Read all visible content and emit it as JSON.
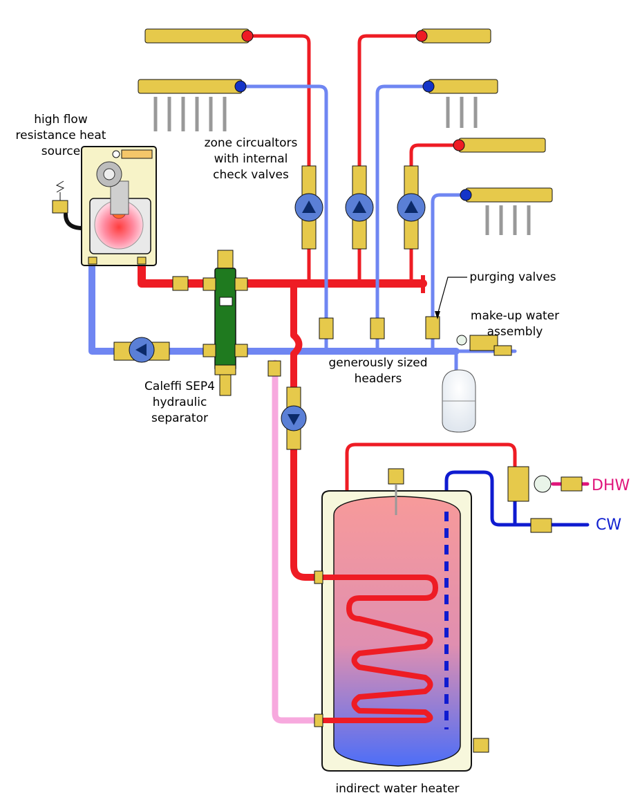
{
  "labels": {
    "heat_source": "high flow\nresistance heat\nsource",
    "zone_circulators": "zone circualtors\nwith internal\ncheck valves",
    "purging_valves": "purging valves",
    "makeup_water": "make-up water\nassembly",
    "headers": "generously sized\nheaders",
    "separator": "Caleffi SEP4\nhydraulic\nseparator",
    "water_heater": "indirect water heater",
    "dhw": "DHW",
    "cw": "CW"
  },
  "colors": {
    "hot_supply": "#ee1c24",
    "return": "#6f86f2",
    "tank_return": "#f7a9de",
    "cold_water": "#0f1bd0",
    "dhw_text": "#e0147a",
    "cw_text": "#1020d0",
    "brass": "#e6c94b",
    "separator_green": "#1f7a1f",
    "tank_jacket": "#f7f7dc",
    "pump_body": "#5a7fd6"
  }
}
